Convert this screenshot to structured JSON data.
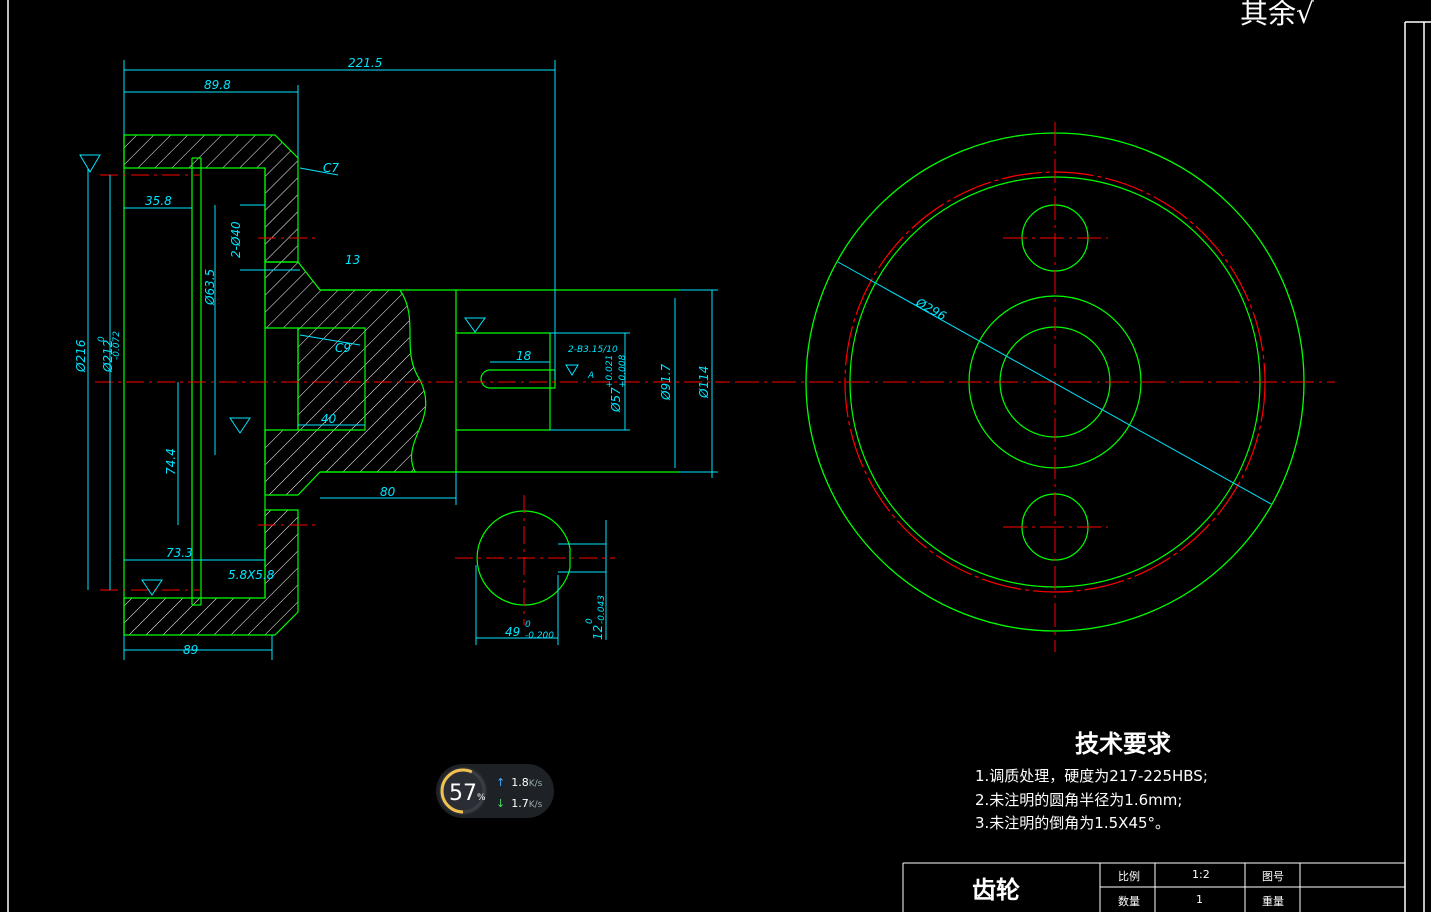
{
  "corner_text": "其余",
  "dimensions": {
    "d221_5": "221.5",
    "d89_8": "89.8",
    "c7": "C7",
    "d35_8": "35.8",
    "d2phi40": "2-Ø40",
    "d13": "13",
    "d63_5": "Ø63.5",
    "d216": "Ø216",
    "d212": "Ø212",
    "d212_tol_upper": "0",
    "d212_tol_lower": "-0.072",
    "c9": "C9",
    "d40": "40",
    "d74_4": "74.4",
    "d73_3": "73.3",
    "d5_8x5_8": "5.8X5.8",
    "d89": "89",
    "d80": "80",
    "d18": "18",
    "d57": "Ø57",
    "d57_tol_upper": "+0.021",
    "d57_tol_lower": "+0.008",
    "d91_7": "Ø91.7",
    "d114": "Ø114",
    "b3": "2-B3.15/10",
    "datum_a": "A",
    "d49": "49",
    "d49_tol_upper": "0",
    "d49_tol_lower": "-0.200",
    "d12": "12",
    "d12_tol_upper": "0",
    "d12_tol_lower": "-0.043",
    "d296": "Ø296"
  },
  "tech_requirements": {
    "title": "技术要求",
    "lines": [
      "1.调质处理，硬度为217-225HBS;",
      "2.未注明的圆角半径为1.6mm;",
      "3.未注明的倒角为1.5X45°。"
    ]
  },
  "title_block": {
    "part_name": "齿轮",
    "scale_label": "比例",
    "scale_value": "1:2",
    "drawing_no_label": "图号",
    "quantity_label": "数量",
    "quantity_value": "1",
    "weight_label": "重量"
  },
  "network_widget": {
    "percent": "57",
    "percent_unit": "%",
    "upload_speed": "1.8",
    "download_speed": "1.7",
    "speed_unit": "K/s"
  },
  "colors": {
    "outline": "#00ff00",
    "dimension": "#00e5ff",
    "centerline": "#ff0000",
    "hatch": "#ffffff",
    "background": "#000000"
  }
}
